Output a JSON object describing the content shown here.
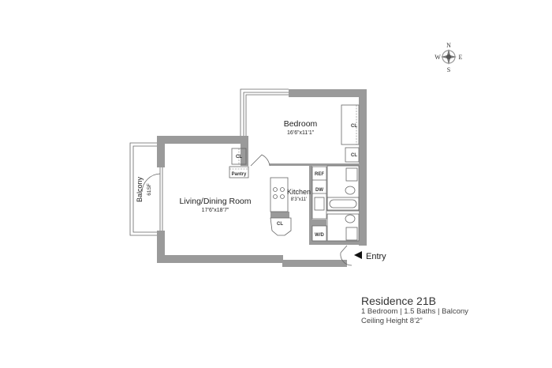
{
  "compass": {
    "north": "N",
    "south": "S",
    "east": "E",
    "west": "W"
  },
  "rooms": {
    "bedroom": {
      "name": "Bedroom",
      "dims": "16’6”x11’1”"
    },
    "living": {
      "name": "Living/Dining Room",
      "dims": "17’6”x18’7”"
    },
    "kitchen": {
      "name": "Kitchen",
      "dims": "8’3”x11’"
    },
    "balcony": {
      "name": "Balcony",
      "dims": "61SF"
    }
  },
  "labels": {
    "closet": "CL",
    "pantry": "Pantry",
    "refrigerator": "REF",
    "dishwasher": "DW",
    "washer_dryer": "W/D",
    "entry": "Entry"
  },
  "residence": {
    "title": "Residence 21B",
    "summary": "1 Bedroom | 1.5 Baths | Balcony",
    "ceiling": "Ceiling Height  8’2”"
  },
  "colors": {
    "wall": "#9a9a9a"
  }
}
